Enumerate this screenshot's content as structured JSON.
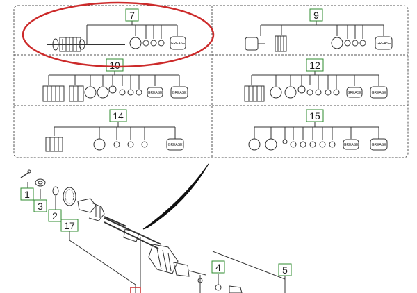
{
  "diagram": {
    "kit_panels": [
      {
        "callout": "7"
      },
      {
        "callout": "9"
      },
      {
        "callout": "10"
      },
      {
        "callout": "12"
      },
      {
        "callout": "14"
      },
      {
        "callout": "15"
      }
    ],
    "grease_label": "GREASE",
    "assembly_callouts": [
      "1",
      "3",
      "2",
      "17",
      "4",
      "5"
    ],
    "highlight_color": "#cc2a2a",
    "line_color": "#333333",
    "callout_border_color": "#2e8b2e"
  }
}
